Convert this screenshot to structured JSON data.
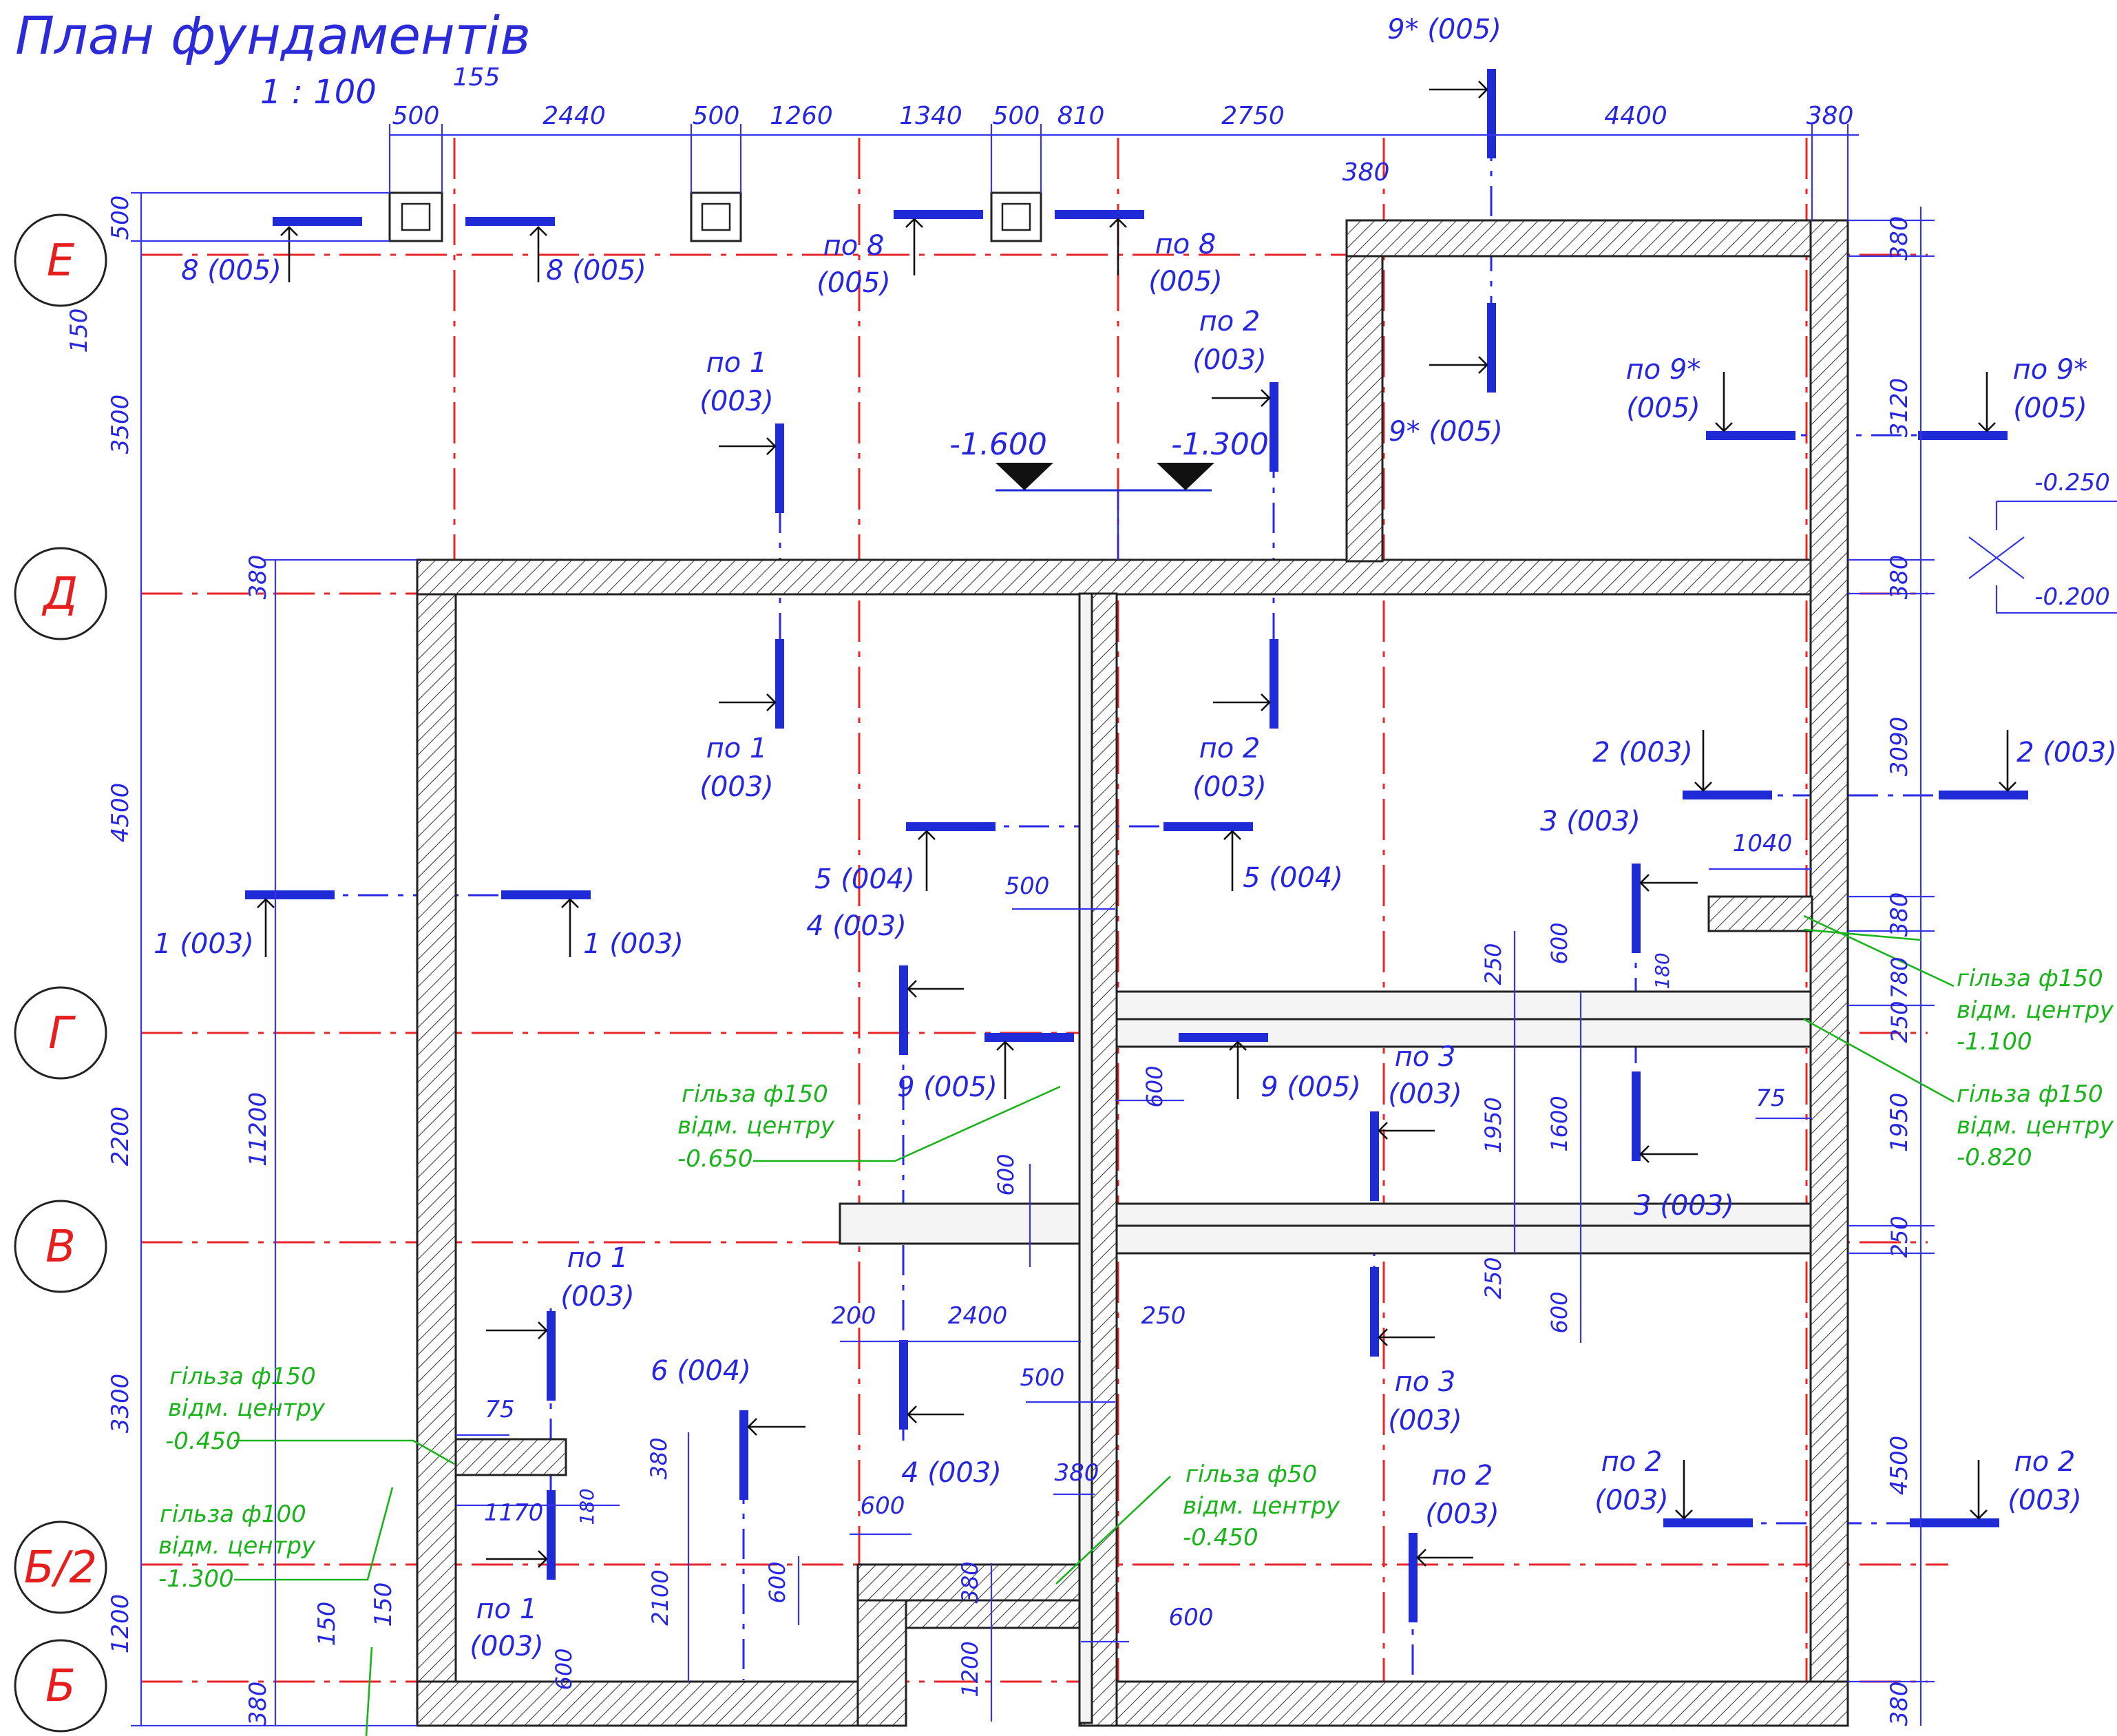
{
  "drawing": {
    "title": "План фундаментів",
    "scale": "1 : 100"
  },
  "axes": {
    "rows": [
      "Е",
      "Д",
      "Г",
      "В",
      "Б/2",
      "Б"
    ]
  },
  "dimensions": {
    "top": [
      "500",
      "155",
      "2440",
      "500",
      "1260",
      "1340",
      "500",
      "810",
      "2750",
      "4400",
      "380",
      "380"
    ],
    "left": [
      "500",
      "150",
      "3500",
      "380",
      "4500",
      "2200",
      "3300",
      "1200",
      "150",
      "150",
      "380",
      "11200"
    ],
    "right": [
      "380",
      "3120",
      "380",
      "3090",
      "380",
      "250",
      "780",
      "1950",
      "250",
      "4500",
      "380"
    ],
    "interior": [
      "1040",
      "180",
      "75",
      "600",
      "250",
      "1950",
      "1600",
      "600",
      "250",
      "600",
      "200",
      "2400",
      "250",
      "500",
      "500",
      "75",
      "1170",
      "180",
      "380",
      "2100",
      "600",
      "600",
      "380",
      "600",
      "1200",
      "380",
      "600",
      "600"
    ]
  },
  "elevations": {
    "e1": "-1.600",
    "e2": "-1.300",
    "e3": "-0.250",
    "e4": "-0.200"
  },
  "section_marks": {
    "s8a": "8 (005)",
    "s8b": "8 (005)",
    "s8c1": "по 8",
    "s8c2": "(005)",
    "s8d1": "по 8",
    "s8d2": "(005)",
    "s9top": "9* (005)",
    "s9mid": "9* (005)",
    "s9r1": "по 9*",
    "s9r2": "(005)",
    "s9r3": "по 9*",
    "s9r4": "(005)",
    "s1a1": "по 1",
    "s1a2": "(003)",
    "s2a1": "по 2",
    "s2a2": "(003)",
    "s1b1": "по 1",
    "s1b2": "(003)",
    "s2b1": "по 2",
    "s2b2": "(003)",
    "s2c": "2 (003)",
    "s2d": "2 (003)",
    "s3a": "3 (003)",
    "s5a": "5 (004)",
    "s5b": "5 (004)",
    "s4a": "4 (003)",
    "s1c": "1 (003)",
    "s1d": "1 (003)",
    "s9a": "9 (005)",
    "s9b": "9 (005)",
    "s3b1": "по 3",
    "s3b2": "(003)",
    "s3c": "3 (003)",
    "s1e1": "по 1",
    "s1e2": "(003)",
    "s6": "6 (004)",
    "s3d1": "по 3",
    "s3d2": "(003)",
    "s4b": "4 (003)",
    "s2e1": "по 2",
    "s2e2": "(003)",
    "s2f1": "по 2",
    "s2f2": "(003)",
    "s2g1": "по 2",
    "s2g2": "(003)",
    "s1f1": "по 1",
    "s1f2": "(003)"
  },
  "notes": {
    "g1": [
      "гільза ф150",
      "відм. центру",
      "-1.100"
    ],
    "g2": [
      "гільза ф150",
      "відм. центру",
      "-0.820"
    ],
    "g3": [
      "гільза ф150",
      "відм. центру",
      "-0.650"
    ],
    "g4": [
      "гільза ф150",
      "відм. центру",
      "-0.450"
    ],
    "g5": [
      "гільза ф100",
      "відм. центру",
      "-1.300"
    ],
    "g6": [
      "гільза ф50",
      "відм. центру",
      "-0.450"
    ]
  },
  "colors": {
    "axis_red": "#e8262a",
    "dimension_blue": "#2626e0",
    "note_green": "#19b419",
    "cut_blue": "#1f2bd6"
  }
}
